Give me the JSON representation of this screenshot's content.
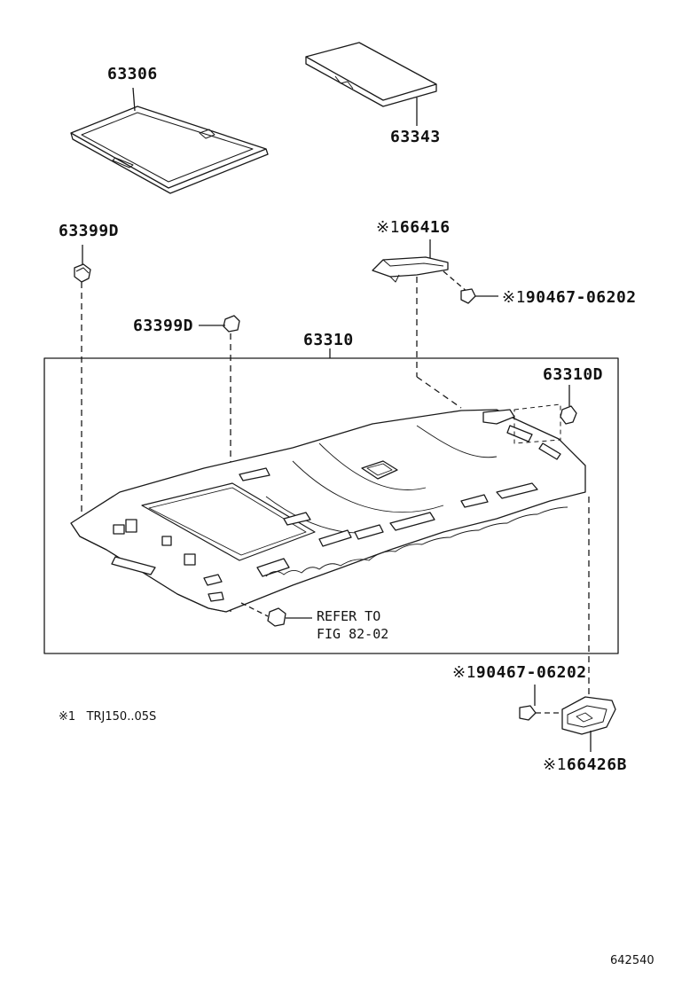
{
  "labels": {
    "p63306": "63306",
    "p63343": "63343",
    "p63399d_a": "63399D",
    "p66416_mark": "※1",
    "p66416": "66416",
    "p90467_a_mark": "※1",
    "p90467_a": "90467-06202",
    "p63399d_b": "63399D",
    "p63310": "63310",
    "p63310d": "63310D",
    "refer_line1": "REFER TO",
    "refer_line2": "FIG 82-02",
    "p90467_b_mark": "※1",
    "p90467_b": "90467-06202",
    "p66426b_mark": "※1",
    "p66426b": "66426B"
  },
  "note": {
    "mark": "※1",
    "text": "TRJ150..05S"
  },
  "figure_id": "642540",
  "colors": {
    "line": "#1a1a1a",
    "fill": "#ffffff",
    "shade": "#d9d9d9"
  }
}
